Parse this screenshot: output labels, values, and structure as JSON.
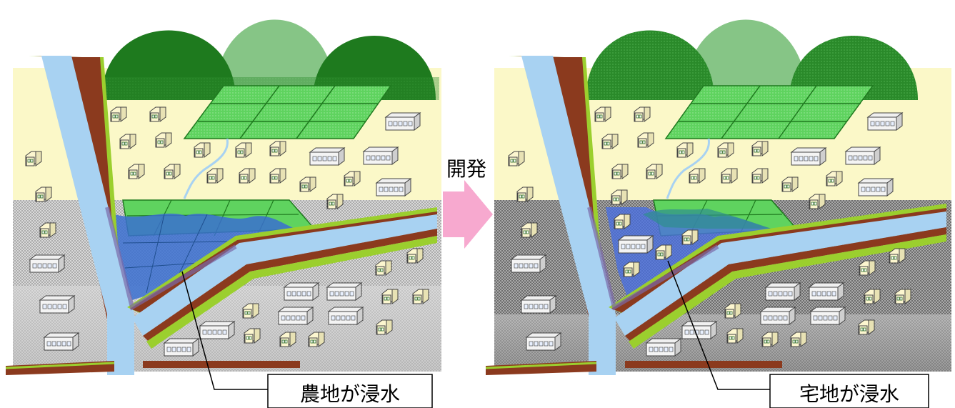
{
  "arrow_label": "開発",
  "before": {
    "caption": "農地が浸水"
  },
  "after": {
    "caption": "宅地が浸水"
  },
  "colors": {
    "hill_dark": "#1e7a1e",
    "hill_light": "#86c586",
    "sky_cream": "#fbf8c8",
    "paddy": "#5fd35f",
    "paddy_line": "#1f7a1f",
    "river": "#a8d2f2",
    "levee_brown": "#8b3a1e",
    "levee_green": "#9bcf2e",
    "flood": "#3a6fd0",
    "arrow_pink": "#f7a9cf",
    "lowland_gray": "#cfcfcf"
  }
}
